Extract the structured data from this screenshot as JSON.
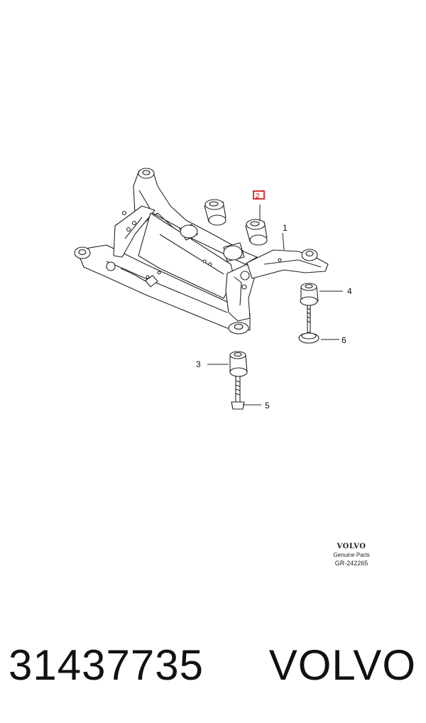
{
  "diagram": {
    "callouts": [
      {
        "id": "1",
        "label": "1"
      },
      {
        "id": "2",
        "label": "2"
      },
      {
        "id": "3",
        "label": "3"
      },
      {
        "id": "4",
        "label": "4"
      },
      {
        "id": "5",
        "label": "5"
      },
      {
        "id": "6",
        "label": "6"
      }
    ]
  },
  "brand_block": {
    "logo_text": "VOLVO",
    "subtitle": "Genuine Parts",
    "reference": "GR-242265"
  },
  "caption": {
    "part_number": "31437735",
    "brand": "VOLVO"
  },
  "colors": {
    "line": "#222222",
    "highlight": "#d40000"
  }
}
